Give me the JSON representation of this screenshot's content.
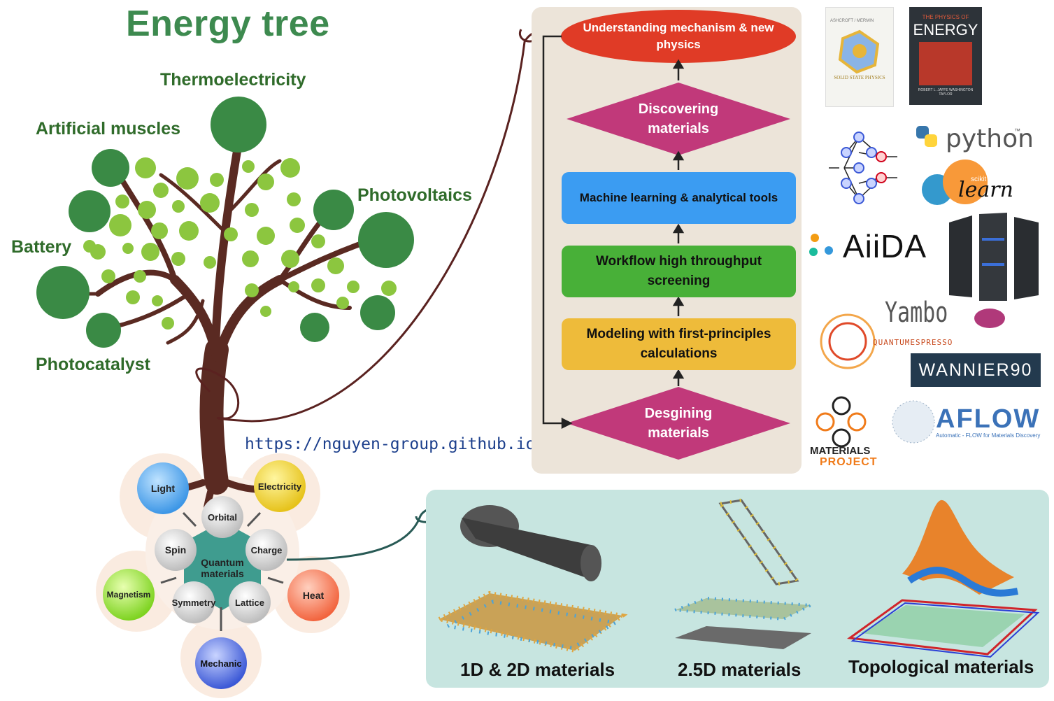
{
  "title": "Energy tree",
  "branches": [
    "Thermoelectricity",
    "Artificial muscles",
    "Photovoltaics",
    "Battery",
    "Photocatalyst"
  ],
  "url": "https://nguyen-group.github.io/",
  "quantum": {
    "center": "Quantum materials",
    "inner": [
      "Orbital",
      "Spin",
      "Charge",
      "Symmetry",
      "Lattice"
    ],
    "outer": [
      "Light",
      "Electricity",
      "Magnetism",
      "Heat",
      "Mechanic"
    ]
  },
  "workflow": {
    "understanding": "Understanding mechanism & new physics",
    "discovering": "Discovering materials",
    "ml": "Machine learning & analytical tools",
    "workflow": "Workflow high throughput screening",
    "modeling": "Modeling with first-principles calculations",
    "designing": "Desgining materials"
  },
  "books": {
    "solid_state": "SOLID STATE PHYSICS",
    "solid_state_authors": "ASHCROFT / MERMIN",
    "energy_top": "THE PHYSICS OF",
    "energy_title": "ENERGY",
    "energy_authors": "ROBERT L. JAFFE WASHINGTON TAYLOR"
  },
  "tools": {
    "python": "python",
    "python_tm": "™",
    "scikit_small": "scikit",
    "scikit": "learn",
    "aiida": "AiiDA",
    "yambo": "Yambo",
    "qe": "QUANTUMESPRESSO",
    "wannier": "WANNIER90",
    "mp1": "MATERIALS",
    "mp2": "PROJECT",
    "aflow": "AFLOW",
    "aflow_sub": "Automatic - FLOW for Materials Discovery"
  },
  "materials": [
    "1D & 2D materials",
    "2.5D materials",
    "Topological materials"
  ],
  "colors": {
    "title_green": "#3d8a4f",
    "understanding": "#e03b26",
    "diamond": "#c1397a",
    "ml": "#3b9cf2",
    "workflow": "#48b038",
    "modeling": "#eebb3a",
    "panel": "#ece4d9",
    "materials_panel": "#c7e5e0"
  }
}
